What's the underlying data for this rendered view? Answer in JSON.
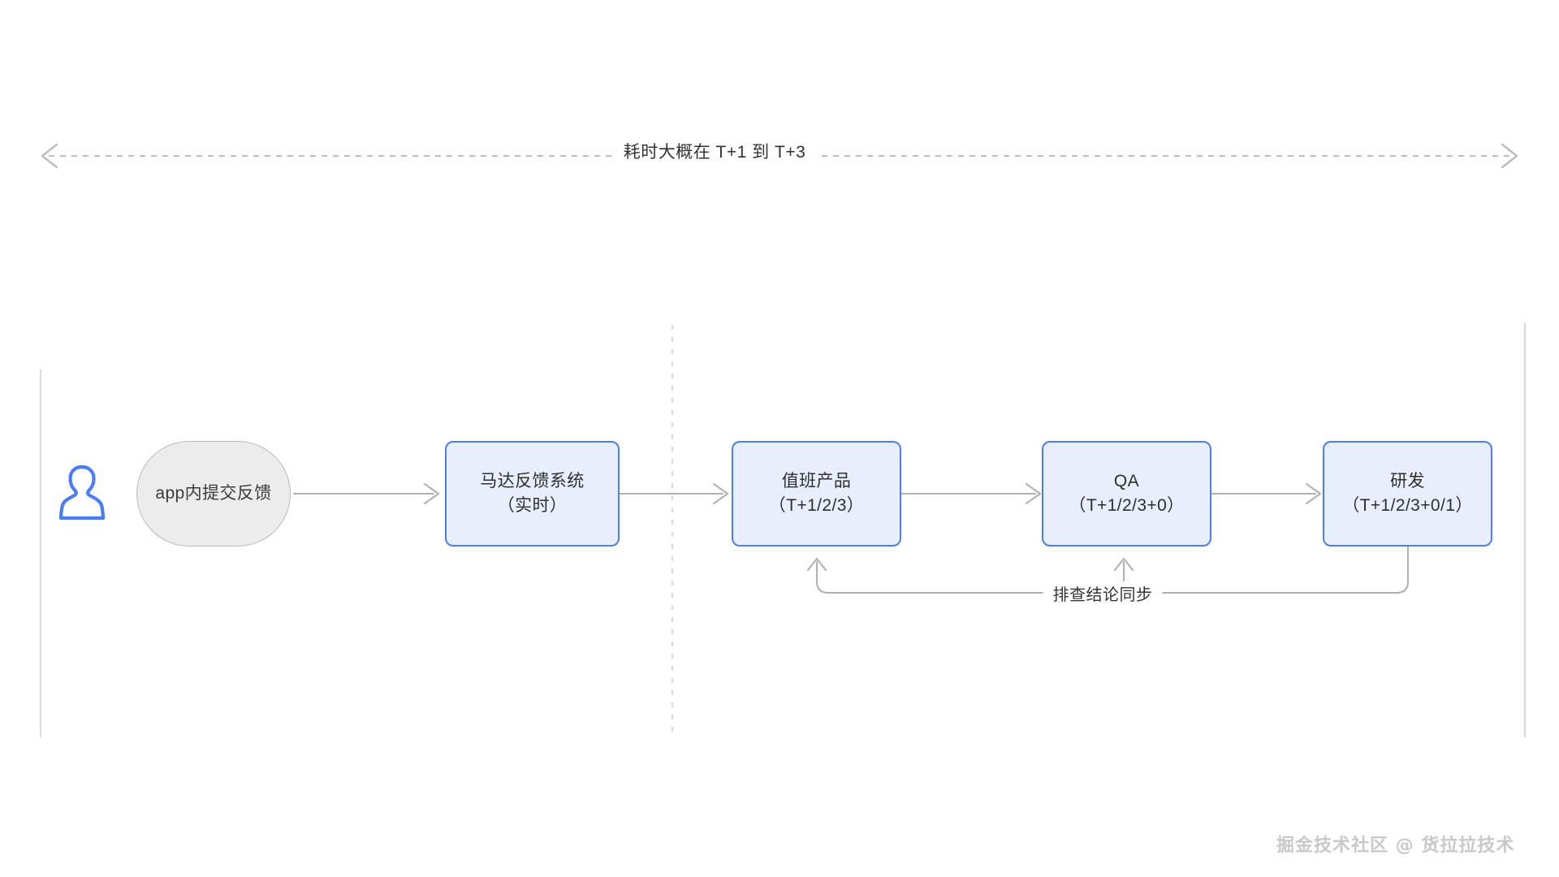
{
  "diagram": {
    "title_span_label": "耗时大概在 T+1 到 T+3",
    "loop_label": "排查结论同步",
    "watermark": "掘金技术社区 @ 货拉拉技术",
    "colors": {
      "node_border": "#4d7ef1",
      "node_fill": "#e9eefd",
      "pill_fill": "#ececed",
      "pill_border": "#b9b9b9",
      "connector": "#b0b0b0",
      "divider": "#dcdcdc",
      "person_icon": "#4a7cf5",
      "text": "#2e2e2e",
      "watermark": "#c9c9c9"
    },
    "nodes": [
      {
        "id": "app-feedback",
        "shape": "pill",
        "lines": [
          "app内提交反馈"
        ]
      },
      {
        "id": "motor-feedback-system",
        "shape": "rect",
        "lines": [
          "马达反馈系统",
          "（实时）"
        ]
      },
      {
        "id": "duty-product",
        "shape": "rect",
        "lines": [
          "值班产品",
          "（T+1/2/3）"
        ]
      },
      {
        "id": "qa",
        "shape": "rect",
        "lines": [
          "QA",
          "（T+1/2/3+0）"
        ]
      },
      {
        "id": "rnd",
        "shape": "rect",
        "lines": [
          "研发",
          "（T+1/2/3+0/1）"
        ]
      }
    ],
    "icons": {
      "user": "user-icon",
      "arrow_left": "arrow-left-icon",
      "arrow_right": "arrow-right-icon"
    }
  }
}
